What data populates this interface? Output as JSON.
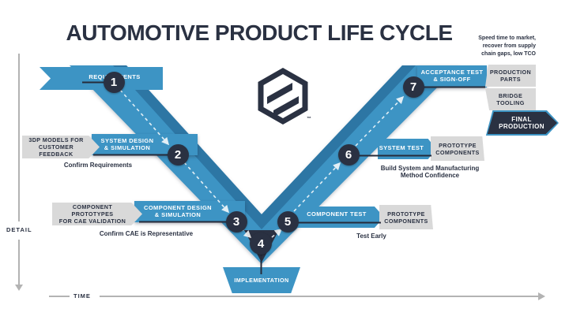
{
  "colors": {
    "blue": "#3D94C4",
    "bluedark": "#2D76A4",
    "navy": "#2A3142",
    "gray": "#D9D9D9",
    "axis": "#B3B3B3"
  },
  "title": "AUTOMOTIVE PRODUCT LIFE CYCLE",
  "note": {
    "line1": "Speed time to market,",
    "line2": "recover from supply",
    "line3": "chain gaps, low TCO"
  },
  "axes": {
    "vertical": "DETAIL",
    "horizontal": "TIME"
  },
  "logo": {
    "trademark": "™"
  },
  "stages": [
    {
      "num": "1",
      "label": "REQUIREMENTS"
    },
    {
      "num": "2",
      "label1": "SYSTEM DESIGN",
      "label2": "& SIMULATION",
      "input1": "3DP MODELS FOR",
      "input2": "CUSTOMER FEEDBACK",
      "caption": "Confirm Requirements"
    },
    {
      "num": "3",
      "label1": "COMPONENT DESIGN",
      "label2": "& SIMULATION",
      "input1": "COMPONENT PROTOTYPES",
      "input2": "FOR CAE VALIDATION",
      "caption": "Confirm CAE is Representative"
    },
    {
      "num": "4",
      "label": "IMPLEMENTATION"
    },
    {
      "num": "5",
      "label": "COMPONENT TEST",
      "output1": "PROTOTYPE",
      "output2": "COMPONENTS",
      "caption": "Test Early"
    },
    {
      "num": "6",
      "label": "SYSTEM TEST",
      "output1": "PROTOTYPE",
      "output2": "COMPONENTS",
      "caption1": "Build System and Manufacturing",
      "caption2": "Method Confidence"
    },
    {
      "num": "7",
      "label1": "ACCEPTANCE TEST",
      "label2": "& SIGN-OFF",
      "output1": "PRODUCTION",
      "output2": "PARTS"
    }
  ],
  "outputs": {
    "bridge1": "BRIDGE",
    "bridge2": "TOOLING",
    "final1": "FINAL",
    "final2": "PRODUCTION"
  }
}
